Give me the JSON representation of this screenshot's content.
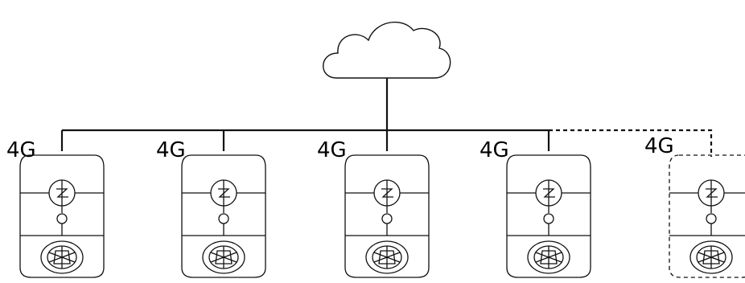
{
  "diagram": {
    "cloud_icon": "cloud-icon",
    "charger_icon": "ev-charger-icon",
    "connector_label": "4G",
    "chargers": [
      {
        "label": "4G",
        "state": "connected"
      },
      {
        "label": "4G",
        "state": "connected"
      },
      {
        "label": "4G",
        "state": "connected"
      },
      {
        "label": "4G",
        "state": "connected"
      },
      {
        "label": "4G",
        "state": "pending"
      }
    ],
    "colors": {
      "line": "#111111",
      "background": "#ffffff"
    }
  }
}
